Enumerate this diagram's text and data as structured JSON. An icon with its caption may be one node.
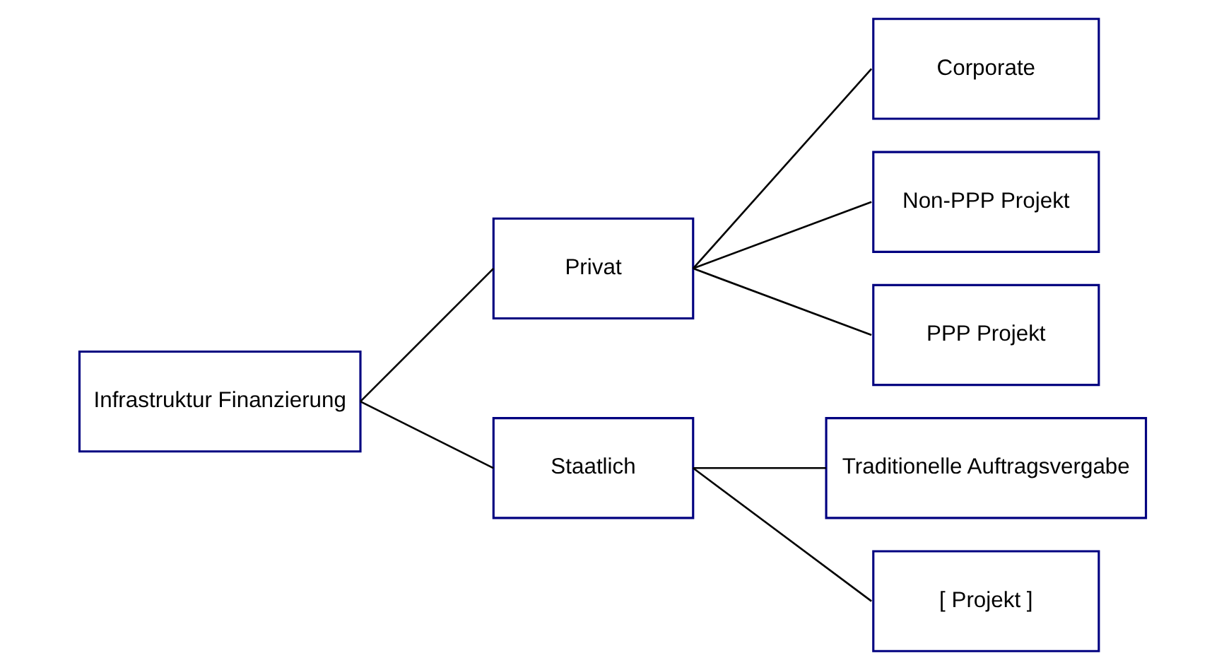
{
  "diagram": {
    "nodes": [
      {
        "text": [
          "Infrastruktur Finanzierung"
        ]
      },
      {
        "text": [
          "Privat"
        ]
      },
      {
        "text": [
          "Staatlich"
        ]
      },
      {
        "text": [
          "Corporate"
        ]
      },
      {
        "text": [
          "Non-PPP Projekt"
        ]
      },
      {
        "text": [
          "PPP Projekt"
        ]
      },
      {
        "text": [
          "Traditionelle Auftragsvergabe"
        ]
      },
      {
        "text": [
          "[ Projekt ]"
        ]
      }
    ],
    "edges": [
      {
        "from": 0,
        "to": 1,
        "arrow": "none"
      },
      {
        "from": 0,
        "to": 2,
        "arrow": "none"
      },
      {
        "from": 1,
        "to": 3,
        "arrow": "none"
      },
      {
        "from": 1,
        "to": 4,
        "arrow": "none"
      },
      {
        "from": 1,
        "to": 5,
        "arrow": "none"
      },
      {
        "from": 2,
        "to": 6,
        "arrow": "none"
      },
      {
        "from": 2,
        "to": 7,
        "arrow": "none"
      }
    ]
  }
}
